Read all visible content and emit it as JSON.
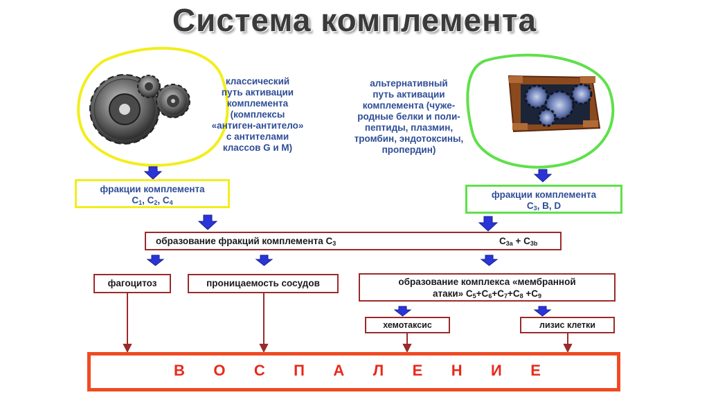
{
  "title": "Система комплемента",
  "classic": {
    "lines": [
      "классический",
      "путь активации",
      "комплемента",
      "(комплексы",
      "«антиген-антитело»",
      "с антителами",
      "классов G и M)"
    ]
  },
  "alternative": {
    "lines": [
      "альтернативный",
      "путь активации",
      "комплемента (чуже-",
      "родные белки и поли-",
      "пептиды, плазмин,",
      "тромбин, эндотоксины,",
      "пропердин)"
    ]
  },
  "fractions_left": {
    "label": "фракции комплемента",
    "parts": [
      "C",
      "1",
      ", C",
      "2",
      ", C",
      "4"
    ]
  },
  "fractions_right": {
    "label": "фракции комплемента",
    "value": "C3, B, D",
    "parts": [
      "C",
      "3",
      ", B, D"
    ]
  },
  "c3_formation": {
    "label": "образование фракций комплемента C",
    "sub": "3",
    "result": [
      "C",
      "3a",
      " + C",
      "3b"
    ]
  },
  "phagocytosis": "фагоцитоз",
  "permeability": "проницаемость сосудов",
  "mac": {
    "line1": "образование комплекса «мембранной",
    "line2_parts": [
      "атаки» C",
      "5",
      "+C",
      "6",
      "+C",
      "7",
      "+C",
      "8",
      " +C",
      "9"
    ]
  },
  "chemotaxis": "хемотаксис",
  "lysis": "лизис клетки",
  "inflammation": [
    "В",
    "О",
    "С",
    "П",
    "А",
    "Л",
    "Е",
    "Н",
    "И",
    "Е"
  ],
  "colors": {
    "blue_text": "#2e4d96",
    "arrow_blue": "#2a35d8",
    "yellow_outline": "#f2ee1c",
    "green_outline": "#5fe04a",
    "red_border": "#9b2a2a",
    "orange_border": "#f04a22",
    "inflammation_text": "#e8291c"
  },
  "icons": [
    "gears-icon",
    "gear-mechanism-icon",
    "down-arrow-icon"
  ]
}
